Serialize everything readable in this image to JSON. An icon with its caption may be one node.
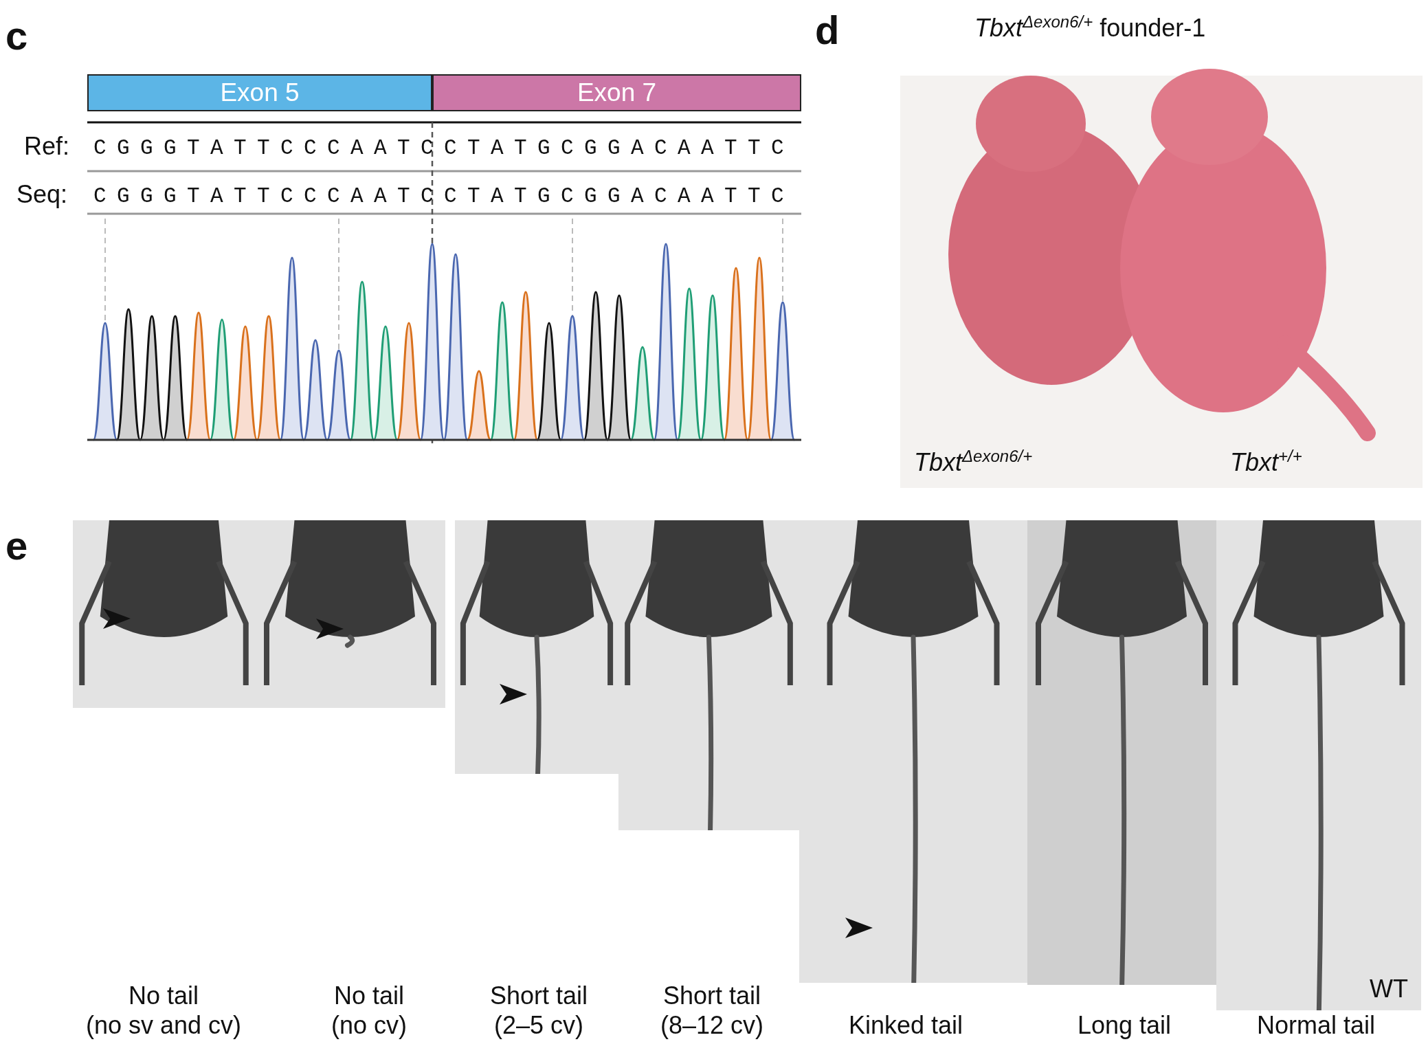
{
  "diagram": {
    "nodes": [
      {
        "text": [
          "Exon 5"
        ]
      },
      {
        "text": [
          "Exon 7"
        ]
      }
    ],
    "edges": [],
    "labels": [
      "c",
      "d",
      "*Tbxt*$^{Δexon6/+}$ founder-1",
      "Ref:",
      "CGGGTATTCCCAATCCTATGCGGACAATTC",
      "Seq:",
      "CGGGTATTCCCAATCCTATGCGGACAATTC",
      "Tbxt$^{Δexon6/+}$",
      "Tbxt$^{+/+}$",
      "e",
      "WT",
      "No tail (no sv and cv)",
      "No tail (no cv)",
      "Short tail (2–5 cv)",
      "Short tail (8–12 cv)",
      "Kinked tail",
      "Long tail",
      "Normal tail"
    ]
  }
}
